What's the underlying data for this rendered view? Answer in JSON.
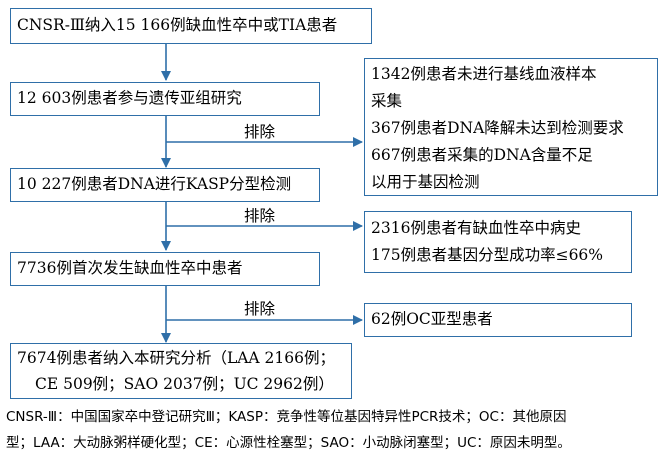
{
  "flow": {
    "step1": "CNSR-Ⅲ纳入15 166例缺血性卒中或TIA患者",
    "step2": "12 603例患者参与遗传亚组研究",
    "step3": "10 227例患者DNA进行KASP分型检测",
    "step4": "7736例首次发生缺血性卒中患者",
    "step5": [
      "7674例患者纳入本研究分析（LAA 2166例；",
      "CE 509例；SAO 2037例；UC 2962例）"
    ],
    "exclude_label": "排除",
    "exclusion1": [
      "1342例患者未进行基线血液样本",
      "采集",
      "367例患者DNA降解未达到检测要求",
      "667例患者采集的DNA含量不足",
      "以用于基因检测"
    ],
    "exclusion2": [
      "2316例患者有缺血性卒中病史",
      "175例患者基因分型成功率≤66%"
    ],
    "exclusion3": "62例OC亚型患者"
  },
  "footnote": [
    "CNSR-Ⅲ：中国国家卒中登记研究Ⅲ；KASP：竞争性等位基因特异性PCR技术；OC：其他原因",
    "型；LAA：大动脉粥样硬化型；CE：心源性栓塞型；SAO：小动脉闭塞型；UC：原因未明型。"
  ],
  "colors": {
    "border": "#2f6fa8",
    "arrow": "#2f6fa8"
  }
}
